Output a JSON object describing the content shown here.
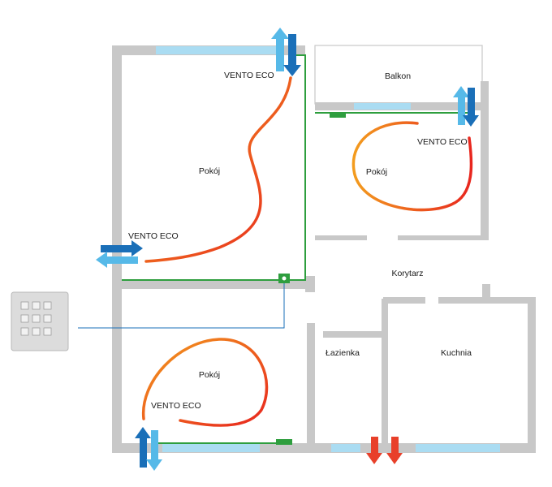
{
  "rooms": {
    "pokoj_top": "Pokój",
    "balkon": "Balkon",
    "pokoj_right": "Pokój",
    "korytarz": "Korytarz",
    "pokoj_bottom": "Pokój",
    "lazienka": "Łazienka",
    "kuchnia": "Kuchnia"
  },
  "units": {
    "vent_top": "VENTO ECO",
    "vent_left": "VENTO ECO",
    "vent_right": "VENTO ECO",
    "vent_bottom": "VENTO ECO"
  },
  "colors": {
    "wall": "#c8c8c8",
    "window": "#aadcf2",
    "cable": "#2e9e3e",
    "arrow_in": "#1a6fb8",
    "arrow_out": "#56b9e8",
    "exhaust": "#e8402a",
    "airflow_start": "#f39c1e",
    "airflow_end": "#e8261e"
  },
  "icons": {
    "control_panel": "wall-control-panel-icon",
    "controller": "controller-icon"
  }
}
